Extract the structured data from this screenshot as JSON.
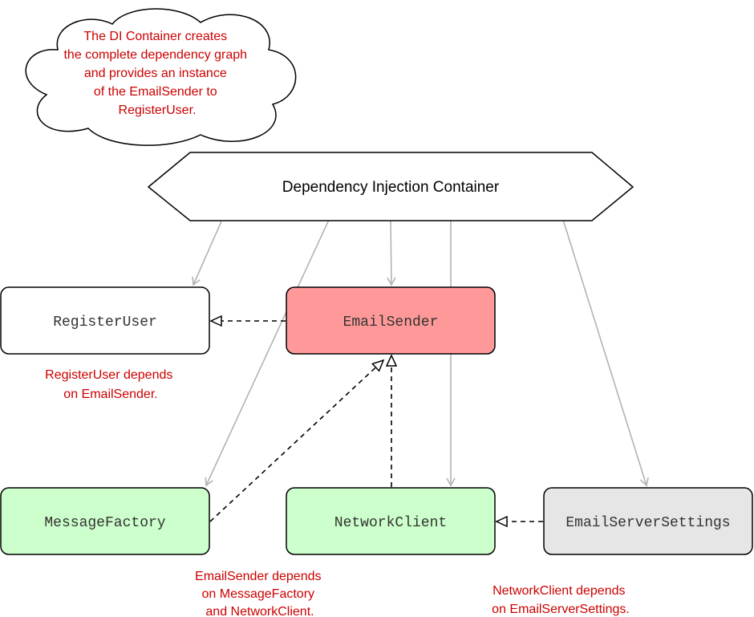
{
  "cloud_note": {
    "lines": [
      "The DI Container creates",
      "the complete dependency graph",
      "and provides an instance",
      "of the EmailSender to",
      "RegisterUser."
    ]
  },
  "container": {
    "label": "Dependency Injection Container"
  },
  "classes": {
    "register_user": "RegisterUser",
    "email_sender": "EmailSender",
    "message_factory": "MessageFactory",
    "network_client": "NetworkClient",
    "email_server_settings": "EmailServerSettings"
  },
  "notes": {
    "register_user": [
      "RegisterUser depends",
      "on EmailSender."
    ],
    "email_sender": [
      "EmailSender depends",
      "on MessageFactory",
      "and NetworkClient."
    ],
    "network_client": [
      "NetworkClient depends",
      "on EmailServerSettings."
    ]
  },
  "colors": {
    "email_sender_fill": "#ff9999",
    "dependency_fill": "#ccffcc",
    "settings_fill": "#e6e6e6",
    "plain_fill": "#ffffff",
    "note_text": "#cc0000",
    "injection_arrow": "#b3b3b3"
  }
}
